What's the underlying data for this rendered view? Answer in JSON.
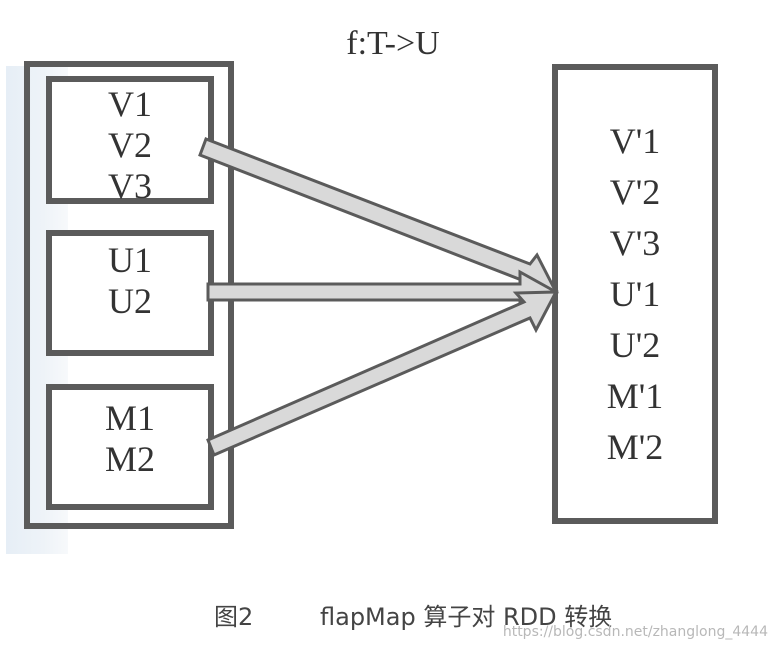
{
  "title": "f:T->U",
  "left_groups": [
    {
      "items": [
        "V1",
        "V2",
        "V3"
      ]
    },
    {
      "items": [
        "U1",
        "U2"
      ]
    },
    {
      "items": [
        "M1",
        "M2"
      ]
    }
  ],
  "right_items": [
    "V'1",
    "V'2",
    "V'3",
    "U'1",
    "U'2",
    "M'1",
    "M'2"
  ],
  "caption": {
    "figure": "图2",
    "text": "flapMap 算子对 RDD 转换"
  },
  "watermark": "https://blog.csdn.net/zhanglong_4444",
  "colors": {
    "border": "#5b5b5b",
    "arrow_fill": "#d9d9d9",
    "arrow_stroke": "#5b5b5b"
  }
}
